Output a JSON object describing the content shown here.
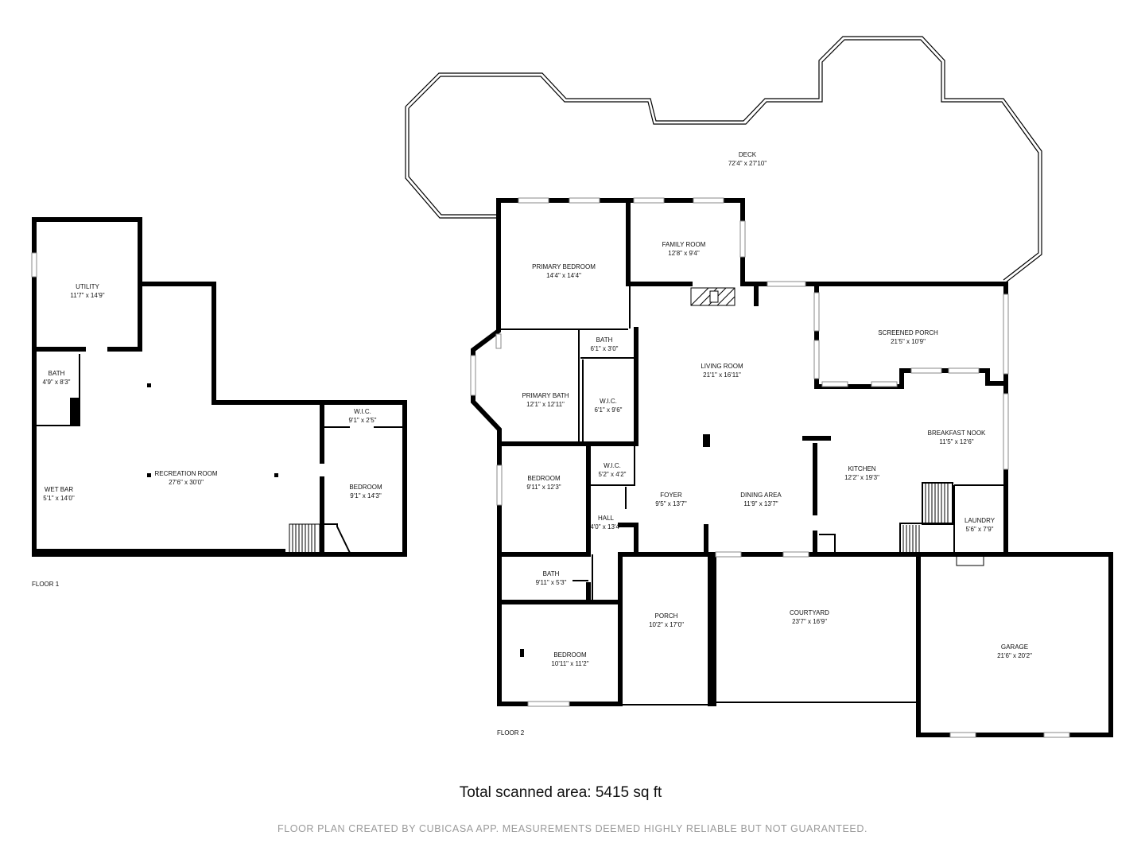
{
  "floors": [
    {
      "label": "FLOOR 1",
      "rooms": [
        {
          "name": "UTILITY",
          "dims": "11'7\" x 14'9\""
        },
        {
          "name": "BATH",
          "dims": "4'9\" x 8'3\""
        },
        {
          "name": "W.I.C.",
          "dims": "9'1\" x 2'5\""
        },
        {
          "name": "RECREATION ROOM",
          "dims": "27'6\" x 30'0\""
        },
        {
          "name": "WET BAR",
          "dims": "5'1\" x 14'0\""
        },
        {
          "name": "BEDROOM",
          "dims": "9'1\" x 14'3\""
        }
      ]
    },
    {
      "label": "FLOOR 2",
      "rooms": [
        {
          "name": "DECK",
          "dims": "72'4\" x 27'10\""
        },
        {
          "name": "PRIMARY BEDROOM",
          "dims": "14'4\" x 14'4\""
        },
        {
          "name": "FAMILY ROOM",
          "dims": "12'8\" x 9'4\""
        },
        {
          "name": "BATH",
          "dims": "6'1\" x 3'0\""
        },
        {
          "name": "LIVING ROOM",
          "dims": "21'1\" x 16'11\""
        },
        {
          "name": "SCREENED PORCH",
          "dims": "21'5\" x 10'9\""
        },
        {
          "name": "PRIMARY BATH",
          "dims": "12'1\" x 12'11\""
        },
        {
          "name": "W.I.C.",
          "dims": "6'1\" x 9'6\""
        },
        {
          "name": "BREAKFAST NOOK",
          "dims": "11'5\" x 12'6\""
        },
        {
          "name": "W.I.C.",
          "dims": "5'2\" x 4'2\""
        },
        {
          "name": "BEDROOM",
          "dims": "9'11\" x 12'3\""
        },
        {
          "name": "FOYER",
          "dims": "9'5\" x 13'7\""
        },
        {
          "name": "DINING AREA",
          "dims": "11'9\" x 13'7\""
        },
        {
          "name": "KITCHEN",
          "dims": "12'2\" x 19'3\""
        },
        {
          "name": "HALL",
          "dims": "4'0\" x 13'4\""
        },
        {
          "name": "LAUNDRY",
          "dims": "5'6\" x 7'9\""
        },
        {
          "name": "BATH",
          "dims": "9'11\" x 5'3\""
        },
        {
          "name": "PORCH",
          "dims": "10'2\" x 17'0\""
        },
        {
          "name": "COURTYARD",
          "dims": "23'7\" x 16'9\""
        },
        {
          "name": "GARAGE",
          "dims": "21'6\" x 20'2\""
        },
        {
          "name": "BEDROOM",
          "dims": "10'11\" x 11'2\""
        }
      ]
    }
  ],
  "summary": {
    "total_area": "Total scanned area: 5415 sq ft",
    "disclaimer": "FLOOR PLAN CREATED BY CUBICASA APP. MEASUREMENTS DEEMED HIGHLY RELIABLE BUT NOT GUARANTEED."
  },
  "colors": {
    "wall": "#000000",
    "background": "#ffffff",
    "disclaimer_text": "#9a9a9a"
  }
}
